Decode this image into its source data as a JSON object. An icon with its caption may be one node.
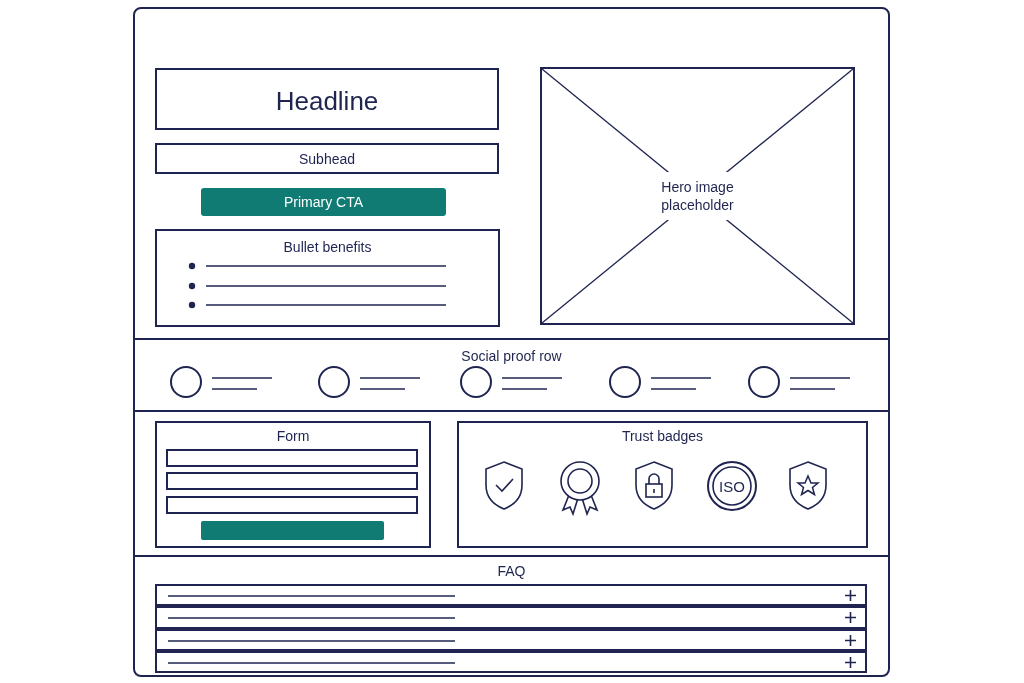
{
  "diagram": {
    "nodes": [
      {
        "text": [],
        "shape": "box"
      },
      {
        "text": [
          "Headline"
        ],
        "in": 0
      },
      {
        "text": [
          "Subhead"
        ],
        "in": 0
      },
      {
        "text": [
          "Primary CTA"
        ],
        "in": 0
      },
      {
        "text": [
          "Bullet benefits"
        ],
        "in": 0
      },
      {
        "text": [
          "Hero image placeholder"
        ],
        "in": 0
      },
      {
        "text": [
          "Social proof row"
        ],
        "in": 0
      },
      {
        "text": [],
        "shape": "circle",
        "in": 6
      },
      {
        "text": [],
        "shape": "circle",
        "in": 6
      },
      {
        "text": [],
        "shape": "circle",
        "in": 6
      },
      {
        "text": [],
        "shape": "circle",
        "in": 6
      },
      {
        "text": [],
        "shape": "circle",
        "in": 6
      },
      {
        "text": [
          "Form"
        ],
        "in": 0
      },
      {
        "text": [],
        "shape": "box",
        "in": 12
      },
      {
        "text": [],
        "shape": "box",
        "in": 12
      },
      {
        "text": [],
        "shape": "box",
        "in": 12
      },
      {
        "text": [],
        "shape": "button",
        "in": 12
      },
      {
        "text": [
          "Trust badges"
        ],
        "in": 0
      },
      {
        "text": [
          "ISO"
        ],
        "in": 17
      },
      {
        "text": [
          "FAQ"
        ],
        "in": 0
      },
      {
        "text": [],
        "shape": "box",
        "in": 19
      },
      {
        "text": [],
        "shape": "box",
        "in": 19
      },
      {
        "text": [],
        "shape": "box",
        "in": 19
      },
      {
        "text": [],
        "shape": "box",
        "in": 19
      }
    ]
  }
}
